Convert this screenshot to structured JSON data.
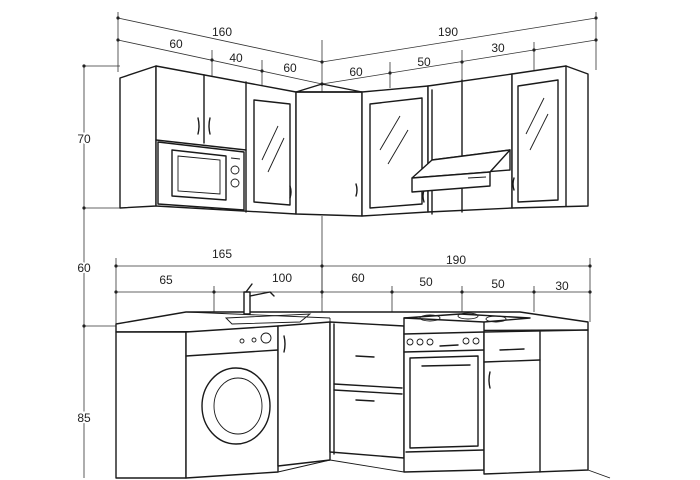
{
  "dimensions": {
    "upper": {
      "left_total": "160",
      "left_parts": [
        "60",
        "40",
        "60"
      ],
      "right_total": "190",
      "right_parts": [
        "60",
        "50",
        "30"
      ]
    },
    "lower": {
      "left_total": "165",
      "left_parts": [
        "65",
        "100"
      ],
      "right_total": "190",
      "right_parts": [
        "60",
        "50",
        "50",
        "30"
      ]
    },
    "heights": {
      "upper_cabinet": "70",
      "gap": "60",
      "base_cabinet": "85"
    }
  },
  "colors": {
    "line": "#1a1a1a",
    "background": "#ffffff"
  }
}
